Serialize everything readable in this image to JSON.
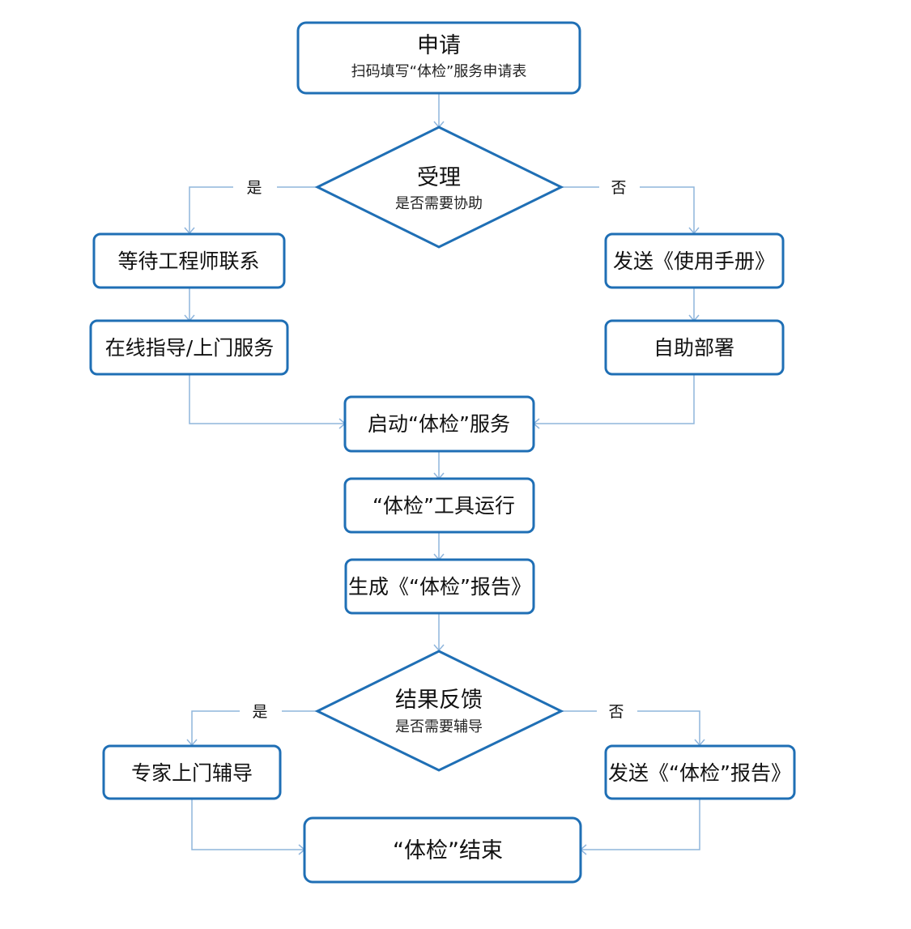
{
  "nodes": {
    "apply": {
      "title": "申请",
      "subtitle": "扫码填写“体检”服务申请表"
    },
    "accept": {
      "title": "受理",
      "subtitle": "是否需要协助"
    },
    "wait_engineer": {
      "label": "等待工程师联系"
    },
    "online_guide": {
      "label": "在线指导/上门服务"
    },
    "send_manual": {
      "label": "发送《使用手册》"
    },
    "self_deploy": {
      "label": "自助部署"
    },
    "start_service": {
      "label": "启动“体检”服务"
    },
    "tool_run": {
      "label": "“体检”工具运行"
    },
    "gen_report": {
      "label": "生成《“体检”报告》"
    },
    "feedback": {
      "title": "结果反馈",
      "subtitle": "是否需要辅导"
    },
    "expert_guide": {
      "label": "专家上门辅导"
    },
    "send_report": {
      "label": "发送《“体检”报告》"
    },
    "end": {
      "label": "“体检”结束"
    }
  },
  "branches": {
    "accept_yes": "是",
    "accept_no": "否",
    "feedback_yes": "是",
    "feedback_no": "否"
  },
  "colors": {
    "node_border": "#1f6fb5",
    "edge": "#8fb5dc",
    "text": "#111111"
  }
}
